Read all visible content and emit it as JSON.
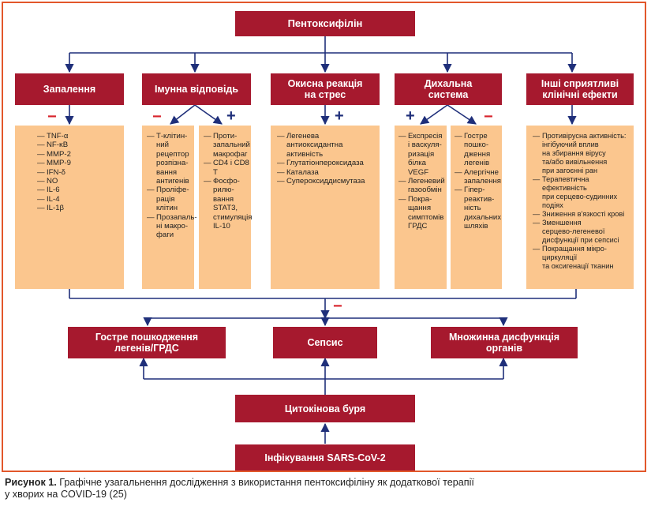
{
  "top": {
    "label": "Пентоксифілін"
  },
  "categories": [
    {
      "label": "Запалення"
    },
    {
      "label": "Імунна відповідь"
    },
    {
      "label": "Окисна реакція\nна стрес"
    },
    {
      "label": "Дихальна\nсистема"
    },
    {
      "label": "Інші сприятливі\nклінічні ефекти"
    }
  ],
  "signs": {
    "minus": "−",
    "plus": "+"
  },
  "panels": {
    "inflammation": [
      "TNF-α",
      "NF-κB",
      "MMP-2",
      "MMP-9",
      "IFN-δ",
      "NO",
      "IL-6",
      "IL-4",
      "IL-1β"
    ],
    "immune_minus": [
      "Т-клітин-\nний\nрецептор\nрозпізна-\nвання\nантигенів",
      "Проліфе-\nрація\nклітин",
      "Прозапаль-\nні макро-\nфаги"
    ],
    "immune_plus": [
      "Проти-\nзапальний\nмакрофаг",
      "CD4 і CD8 T",
      "Фосфо-\nрилю-\nвання\nSTAT3,\nстимуляція\nIL-10"
    ],
    "oxidative": [
      "Легенева антиоксидантна\nактивність",
      "Глутатіонпероксидаза",
      "Каталаза",
      "Супероксиддисмутаза"
    ],
    "resp_plus": [
      "Експресія\nі васкуля-\nризація\nбілка VEGF",
      "Легеневий\nгазообмін",
      "Покра-\nщання\nсимптомів\nГРДС"
    ],
    "resp_minus": [
      "Гостре\nпошко-\nдження\nлегенів",
      "Алергічне\nзапалення",
      "Гіпер-\nреактив-\nність\nдихальних\nшляхів"
    ],
    "other": [
      "Противірусна активність:\nінгібуючий вплив\nна збирання вірусу\nта/або вивільнення\nпри загоєнні ран",
      "Терапевтична\nефективність\nпри серцево-судинних\nподіях",
      "Зниження в'язкості крові",
      "Зменшення\nсерцево-легеневої\nдисфункції при сепсисі",
      "Покращання мікро-\nциркуляції\nта оксигенації тканин"
    ]
  },
  "outcomes": [
    {
      "label": "Гостре пошкодження\nлегенів/ГРДС"
    },
    {
      "label": "Сепсис"
    },
    {
      "label": "Множинна дисфункція\nорганів"
    }
  ],
  "storm": {
    "label": "Цитокінова буря"
  },
  "infection": {
    "label": "Інфікування SARS-CoV-2"
  },
  "caption": {
    "bold": "Рисунок 1.",
    "text": " Графічне узагальнення дослідження з використання пентоксифіліну як додаткової терапії\nу хворих на COVID-19 (25)"
  },
  "colors": {
    "box": "#a6192e",
    "panel": "#fbc68e",
    "arrow": "#1f2f7a",
    "minus": "#d8262e",
    "frame": "#e2572b"
  }
}
